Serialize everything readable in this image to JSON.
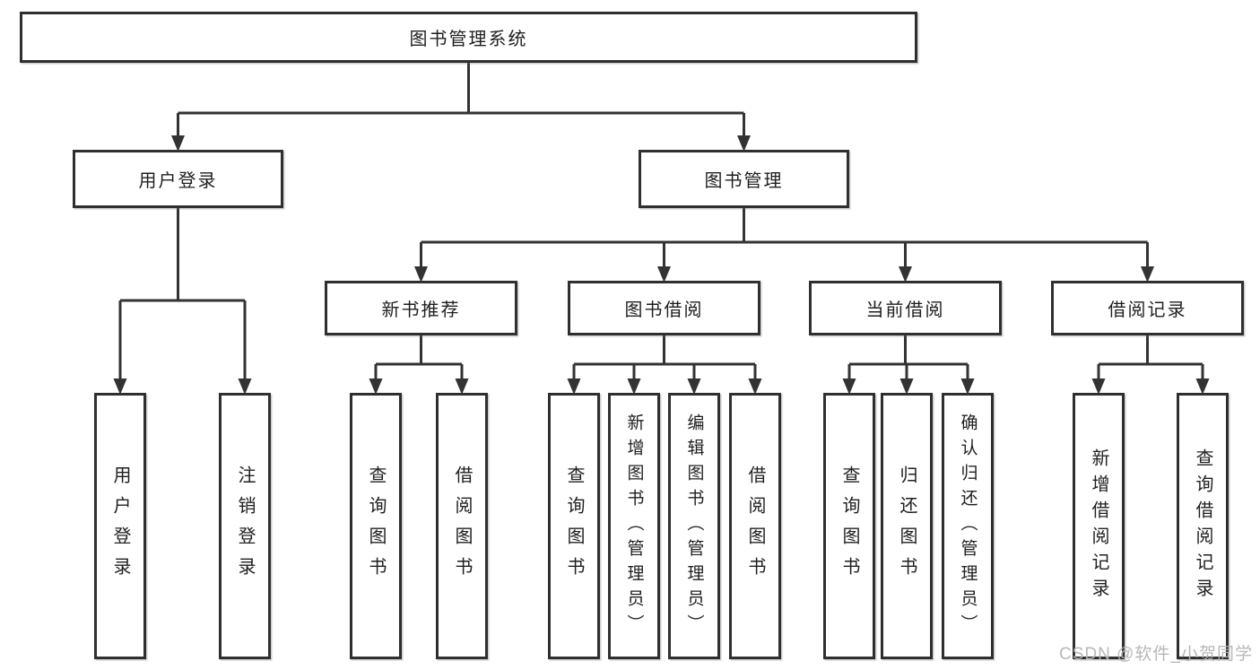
{
  "diagram": {
    "root": {
      "label": "图书管理系统"
    },
    "user_login": {
      "label": "用户登录",
      "children": [
        {
          "label": "用户登录"
        },
        {
          "label": "注销登录"
        }
      ]
    },
    "book_mgmt": {
      "label": "图书管理"
    },
    "new_books": {
      "label": "新书推荐",
      "children": [
        {
          "label": "查询图书"
        },
        {
          "label": "借阅图书"
        }
      ]
    },
    "book_borrow": {
      "label": "图书借阅",
      "children": [
        {
          "label": "查询图书"
        },
        {
          "label": "新增图书（管理员）"
        },
        {
          "label": "编辑图书（管理员）"
        },
        {
          "label": "借阅图书"
        }
      ]
    },
    "current_borrow": {
      "label": "当前借阅",
      "children": [
        {
          "label": "查询图书"
        },
        {
          "label": "归还图书"
        },
        {
          "label": "确认归还（管理员）"
        }
      ]
    },
    "borrow_records": {
      "label": "借阅记录",
      "children": [
        {
          "label": "新增借阅记录"
        },
        {
          "label": "查询借阅记录"
        }
      ]
    }
  },
  "watermark": {
    "text": "CSDN @软件_小贺同学"
  },
  "colors": {
    "line": "#333333",
    "box_border": "#2f2f2f",
    "text": "#1f1f1f",
    "watermark": "#b4b4b4",
    "background": "#ffffff"
  }
}
